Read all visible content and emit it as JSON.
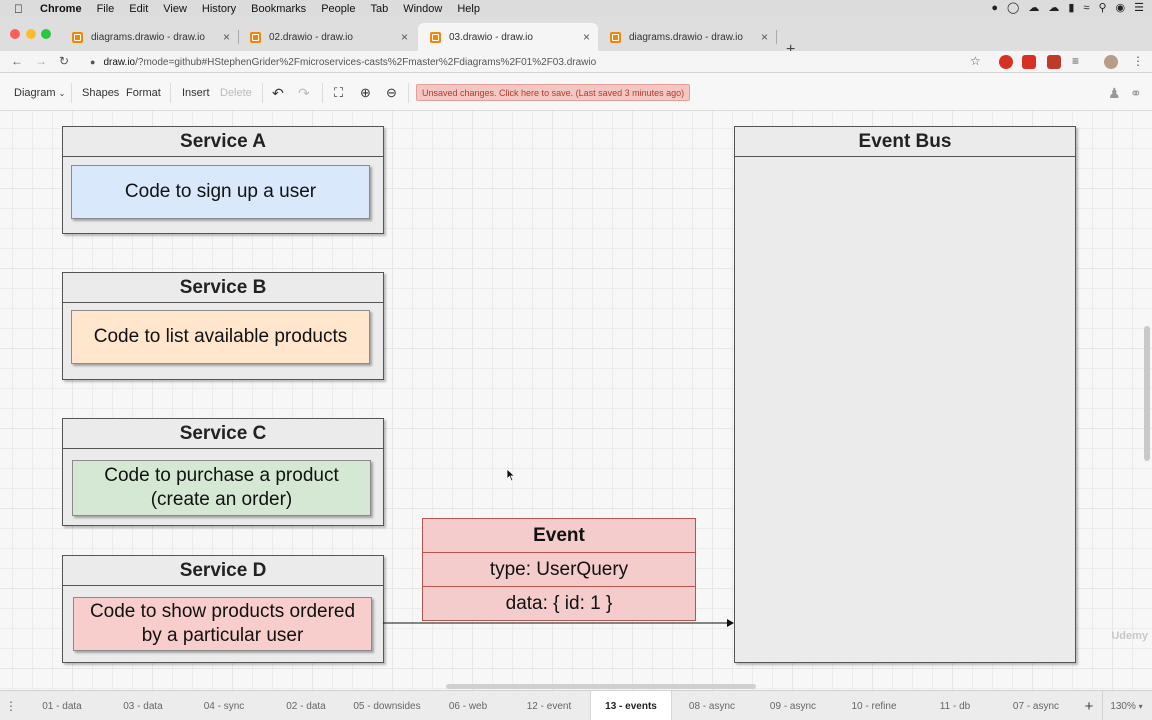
{
  "menubar": {
    "app": "Chrome",
    "items": [
      "File",
      "Edit",
      "View",
      "History",
      "Bookmarks",
      "People",
      "Tab",
      "Window",
      "Help"
    ]
  },
  "tabs": [
    {
      "title": "diagrams.drawio - draw.io",
      "active": false
    },
    {
      "title": "02.drawio - draw.io",
      "active": false
    },
    {
      "title": "03.drawio - draw.io",
      "active": true
    },
    {
      "title": "diagrams.drawio - draw.io",
      "active": false
    }
  ],
  "address": {
    "host": "draw.io",
    "path": "/?mode=github#HStephenGrider%2Fmicroservices-casts%2Fmaster%2Fdiagrams%2F01%2F03.drawio"
  },
  "toolbar": {
    "diagram": "Diagram",
    "shapes": "Shapes",
    "format": "Format",
    "insert": "Insert",
    "delete": "Delete",
    "unsaved": "Unsaved changes. Click here to save. (Last saved 3 minutes ago)"
  },
  "diagram": {
    "services": [
      {
        "title": "Service A",
        "code": "Code to sign up a user",
        "color": "#dae8fc"
      },
      {
        "title": "Service B",
        "code": "Code to list available products",
        "color": "#ffe6cc"
      },
      {
        "title": "Service C",
        "code": "Code to purchase a product\n(create an order)",
        "color": "#d5e8d4"
      },
      {
        "title": "Service D",
        "code": "Code to show products ordered\nby a particular user",
        "color": "#f8cecc"
      }
    ],
    "event_bus": {
      "title": "Event Bus"
    },
    "event": {
      "title": "Event",
      "type_line": "type: UserQuery",
      "data_line": "data: { id: 1 }"
    }
  },
  "pages": [
    "01 - data",
    "03 - data",
    "04 - sync",
    "02 - data",
    "05 - downsides",
    "06 - web",
    "12 - event",
    "13 - events",
    "08 - async",
    "09 - async",
    "10 - refine",
    "11 - db",
    "07 - async"
  ],
  "active_page": "13 - events",
  "zoom": "130%"
}
